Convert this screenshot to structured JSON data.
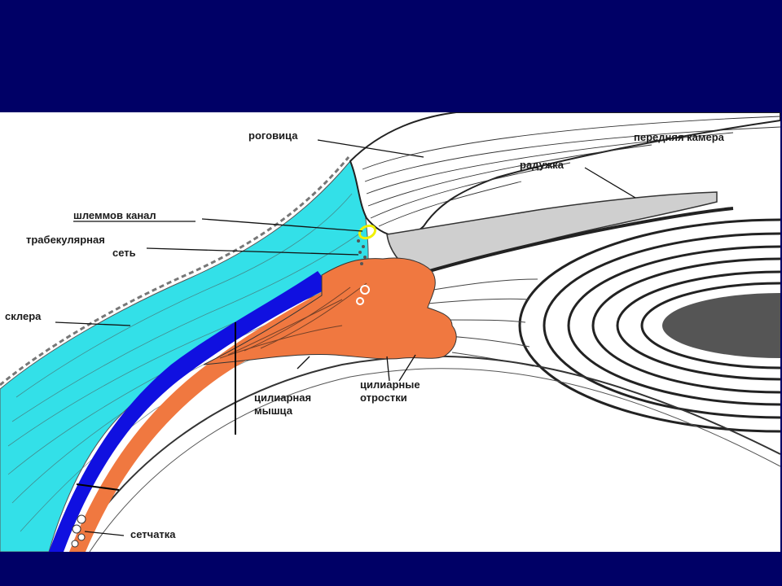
{
  "labels": {
    "cornea": "роговица",
    "anterior_chamber": "передняя камера",
    "iris": "радужка",
    "schlemm_canal": "шлеммов канал",
    "trabecular_line1": "трабекулярная",
    "trabecular_line2": "сеть",
    "sclera": "склера",
    "ciliary_muscle_line1": "цилиарная",
    "ciliary_muscle_line2": "мышца",
    "ciliary_processes_line1": "цилиарные",
    "ciliary_processes_line2": "отростки",
    "retina": "сетчатка"
  },
  "colors": {
    "slide_background": "#000066",
    "panel": "#ffffff",
    "sclera_fill": "#33e0e8",
    "choroid_blue": "#1010e0",
    "ciliary_orange": "#f07840",
    "schlemm_yellow": "#f0f000",
    "lens_core": "#555555",
    "iris_fill": "#cfcfcf"
  }
}
